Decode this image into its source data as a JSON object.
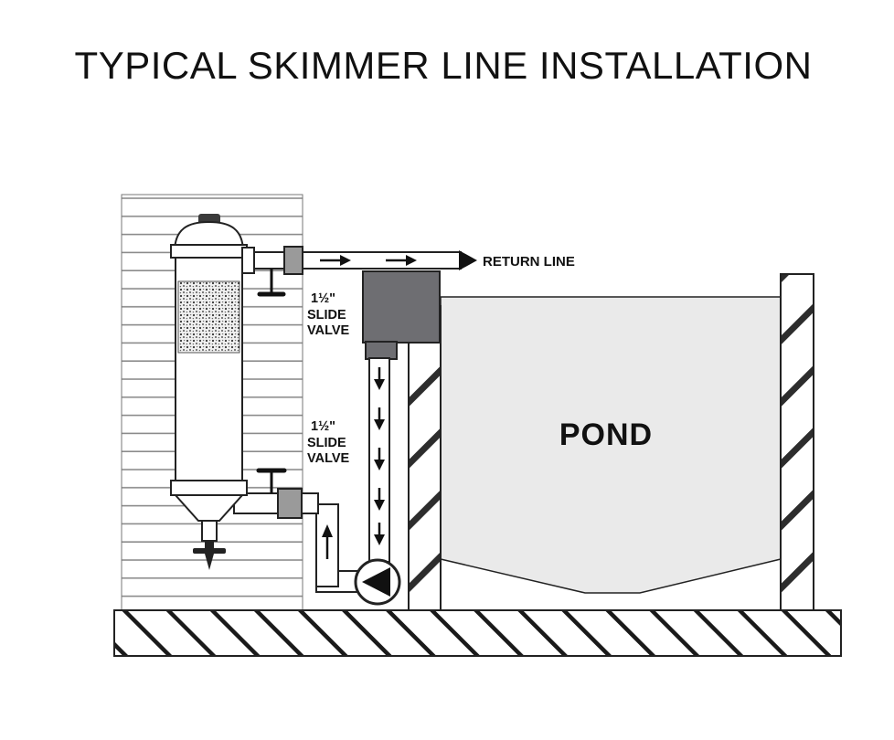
{
  "title": "TYPICAL SKIMMER LINE INSTALLATION",
  "labels": {
    "return_line": "RETURN LINE",
    "pond": "POND",
    "valve_top": {
      "size": "1½\"",
      "line1": "SLIDE",
      "line2": "VALVE"
    },
    "valve_bottom": {
      "size": "1½\"",
      "line1": "SLIDE",
      "line2": "VALVE"
    }
  },
  "colors": {
    "skimmer_gray": "#6e6e72",
    "pond_gray": "#eaeaea",
    "fitting_gray": "#9a9a9a",
    "line_black": "#1a1a1a",
    "background": "#ffffff"
  }
}
